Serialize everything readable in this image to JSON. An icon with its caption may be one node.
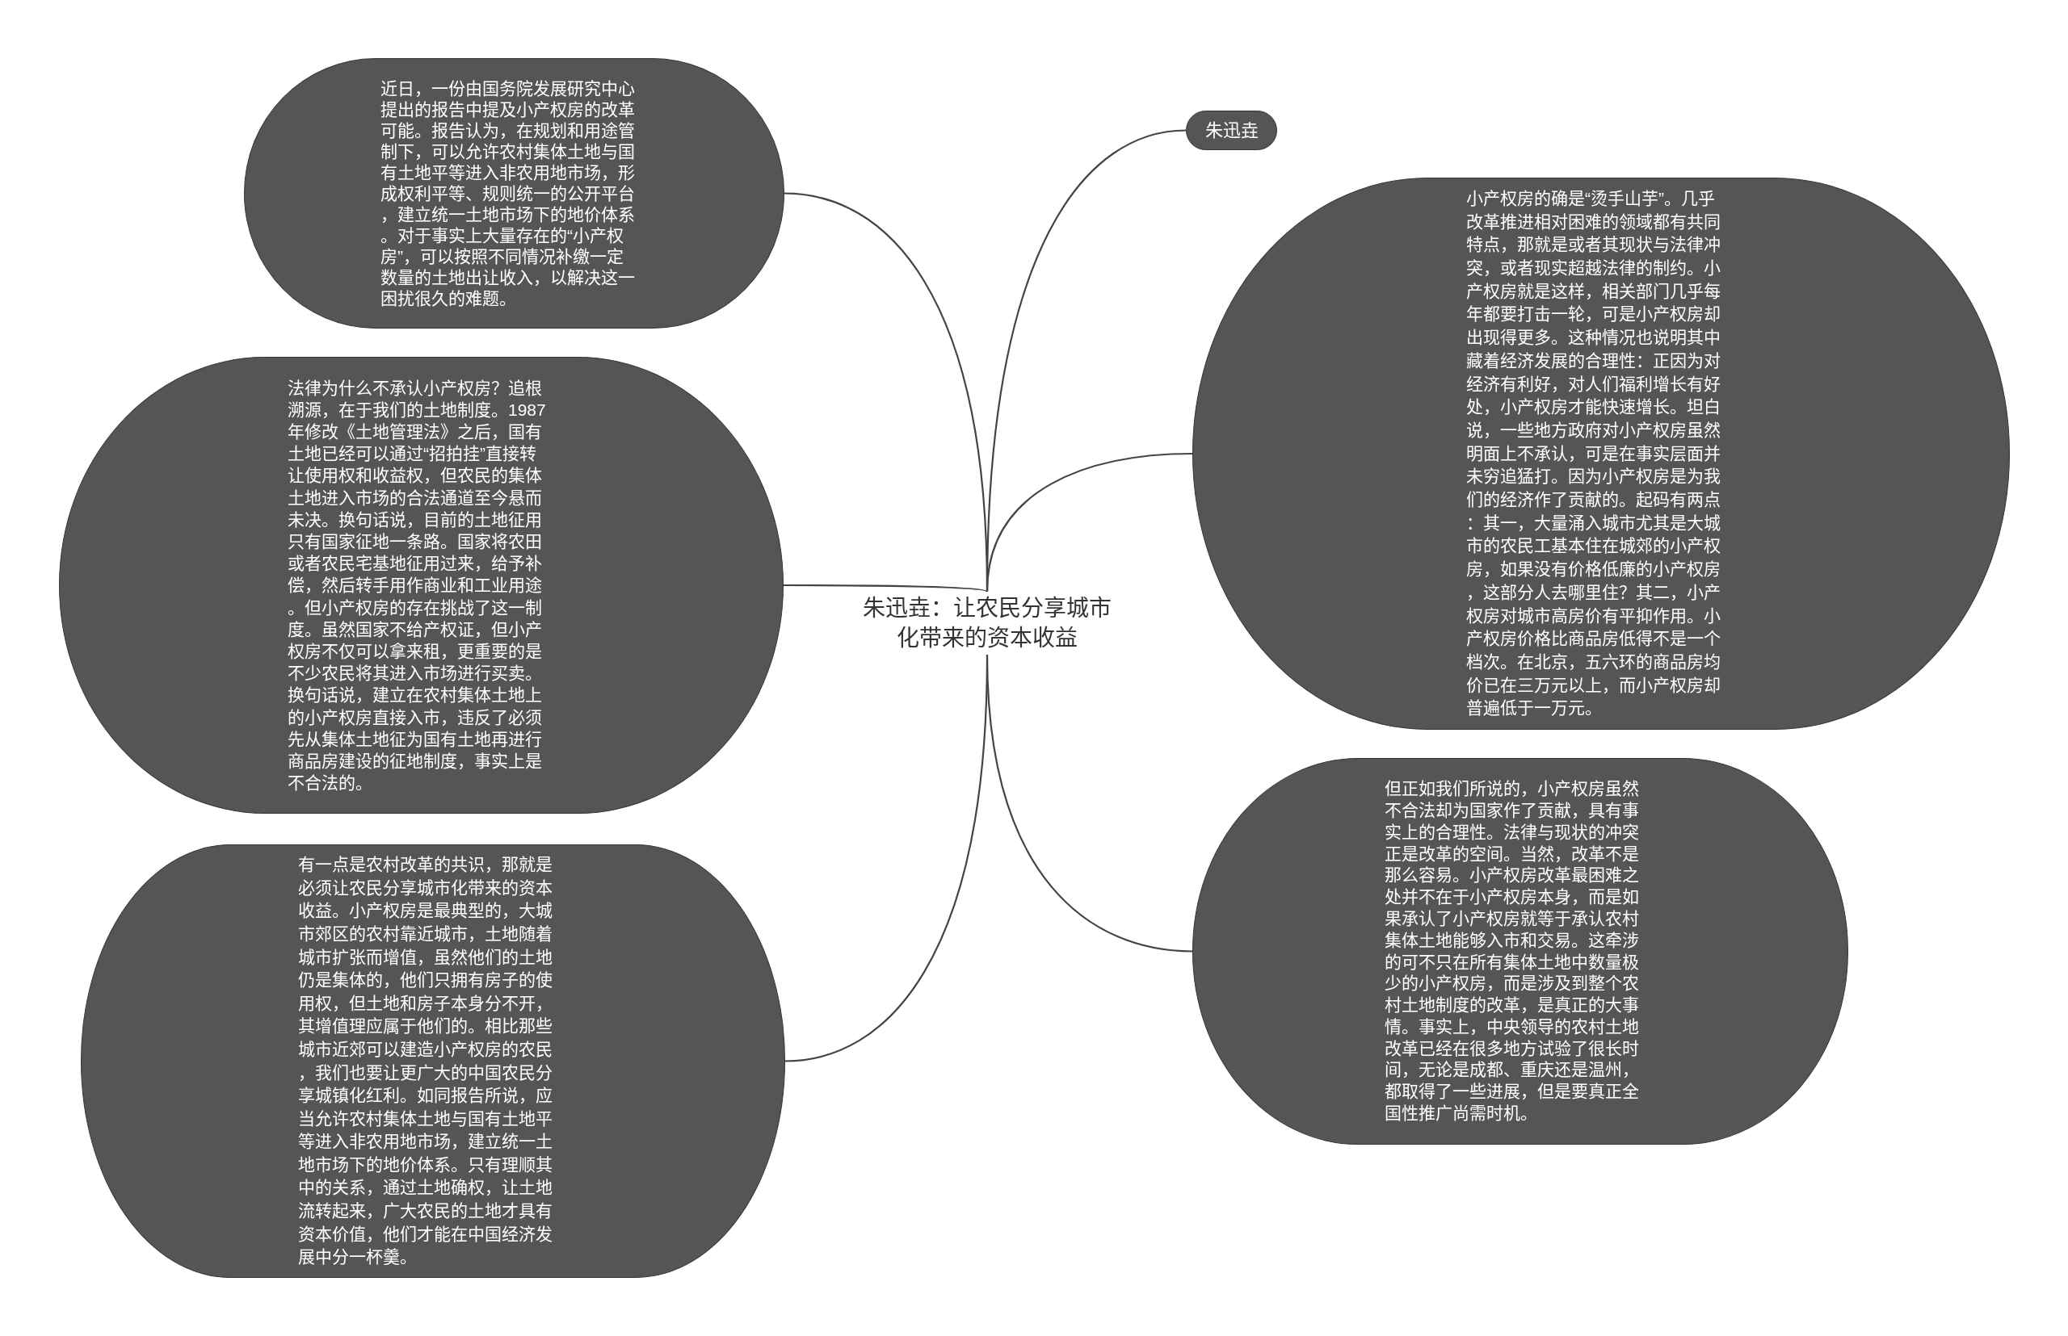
{
  "diagram": {
    "nodes": [
      {
        "text": [
          "朱迅垚：让农民分享城市化带来的资本收益"
        ]
      },
      {
        "text": [
          "近日，一份由国务院发展研究中心提出的报告中提及小产权房的改革可能。报告认为，在规划和用途管制下，可以允许农村集体土地与国有土地平等进入非农用地市场，形成权利平等、规则统一的公开平台，建立统一土地市场下的地价体系。对于事实上大量存在的“小产权房”，可以按照不同情况补缴一定数量的土地出让收入，以解决这一困扰很久的难题。"
        ]
      },
      {
        "text": [
          "法律为什么不承认小产权房？追根溯源，在于我们的土地制度。1987年修改《土地管理法》之后，国有土地已经可以通过“招拍挂”直接转让使用权和收益权，但农民的集体土地进入市场的合法通道至今悬而未决。换句话说，目前的土地征用只有国家征地一条路。国家将农田或者农民宅基地征用过来，给予补偿，然后转手用作商业和工业用途。但小产权房的存在挑战了这一制度。虽然国家不给产权证，但小产权房不仅可以拿来租，更重要的是不少农民将其进入市场进行买卖。换句话说，建立在农村集体土地上的小产权房直接入市，违反了必须先从集体土地征为国有土地再进行商品房建设的征地制度，事实上是不合法的。"
        ]
      },
      {
        "text": [
          "有一点是农村改革的共识，那就是必须让农民分享城市化带来的资本收益。小产权房是最典型的，大城市郊区的农村靠近城市，土地随着城市扩张而增值，虽然他们的土地仍是集体的，他们只拥有房子的使用权，但土地和房子本身分不开，其增值理应属于他们的。相比那些城市近郊可以建造小产权房的农民，我们也要让更广大的中国农民分享城镇化红利。如同报告所说，应当允许农村集体土地与国有土地平等进入非农用地市场，建立统一土地市场下的地价体系。只有理顺其中的关系，通过土地确权，让土地流转起来，广大农民的土地才具有资本价值，他们才能在中国经济发展中分一杯羹。"
        ]
      },
      {
        "text": [
          "朱迅垚"
        ]
      },
      {
        "text": [
          "小产权房的确是“烫手山芋”。几乎改革推进相对困难的领域都有共同特点，那就是或者其现状与法律冲突，或者现实超越法律的制约。小产权房就是这样，相关部门几乎每年都要打击一轮，可是小产权房却出现得更多。这种情况也说明其中藏着经济发展的合理性：正因为对经济有利好，对人们福利增长有好处，小产权房才能快速增长。坦白说，一些地方政府对小产权房虽然明面上不承认，可是在事实层面并未穷追猛打。因为小产权房是为我们的经济作了贡献的。起码有两点：其一，大量涌入城市尤其是大城市的农民工基本住在城郊的小产权房，如果没有价格低廉的小产权房，这部分人去哪里住？其二，小产权房对城市高房价有平抑作用。小产权房价格比商品房低得不是一个档次。在北京，五六环的商品房均价已在三万元以上，而小产权房却普遍低于一万元。"
        ]
      },
      {
        "text": [
          "但正如我们所说的，小产权房虽然不合法却为国家作了贡献，具有事实上的合理性。法律与现状的冲突正是改革的空间。当然，改革不是那么容易。小产权房改革最困难之处并不在于小产权房本身，而是如果承认了小产权房就等于承认农村集体土地能够入市和交易。这牵涉的可不只在所有集体土地中数量极少的小产权房，而是涉及到整个农村土地制度的改革，是真正的大事情。事实上，中央领导的农村土地改革已经在很多地方试验了很长时间，无论是成都、重庆还是温州，都取得了一些进展，但是要真正全国性推广尚需时机。"
        ]
      }
    ],
    "edges": [
      {
        "from": 0,
        "to": 1,
        "arrow": "none"
      },
      {
        "from": 0,
        "to": 2,
        "arrow": "none"
      },
      {
        "from": 0,
        "to": 3,
        "arrow": "none"
      },
      {
        "from": 0,
        "to": 4,
        "arrow": "none"
      },
      {
        "from": 0,
        "to": 5,
        "arrow": "none"
      },
      {
        "from": 0,
        "to": 6,
        "arrow": "none"
      }
    ]
  }
}
